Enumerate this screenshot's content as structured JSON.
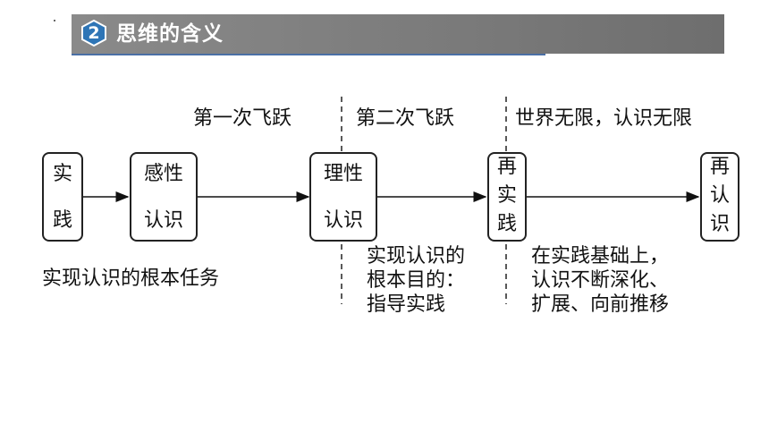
{
  "header": {
    "badge_number": "2",
    "title": "思维的含义"
  },
  "phases": {
    "first_leap": "第一次飞跃",
    "second_leap": "第二次飞跃",
    "infinite": "世界无限，认识无限"
  },
  "nodes": {
    "practice": [
      "实",
      "践"
    ],
    "perceptual": [
      "感性",
      "认识"
    ],
    "rational": [
      "理性",
      "认识"
    ],
    "re_practice": [
      "再",
      "实",
      "践"
    ],
    "re_knowing": [
      "再",
      "认",
      "识"
    ]
  },
  "notes": {
    "task": "实现认识的根本任务",
    "purpose": [
      "实现认识的",
      "根本目的：",
      "指导实践"
    ],
    "deepen": [
      "在实践基础上，",
      "认识不断深化、",
      "扩展、向前推移"
    ]
  },
  "colors": {
    "header_bg": "#7f7f7f",
    "header_text": "#ffffff",
    "badge_fill": "#2e75b6",
    "accent_line": "#4a6fa5"
  }
}
